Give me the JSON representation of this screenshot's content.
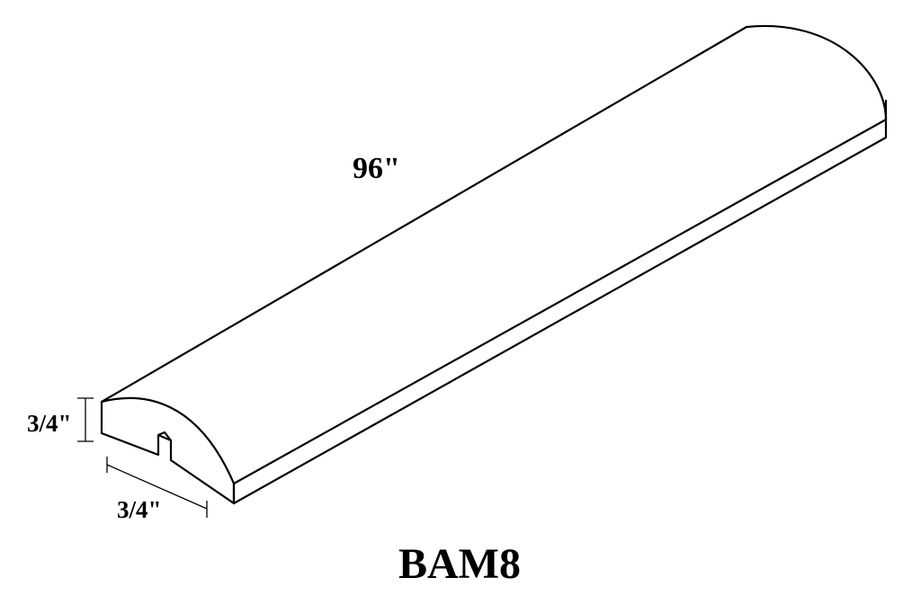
{
  "diagram": {
    "length_label": "96\"",
    "height_label": "3/4\"",
    "width_label": "3/4\"",
    "part_code": "BAM8"
  },
  "colors": {
    "line": "#000000",
    "background": "#ffffff"
  }
}
